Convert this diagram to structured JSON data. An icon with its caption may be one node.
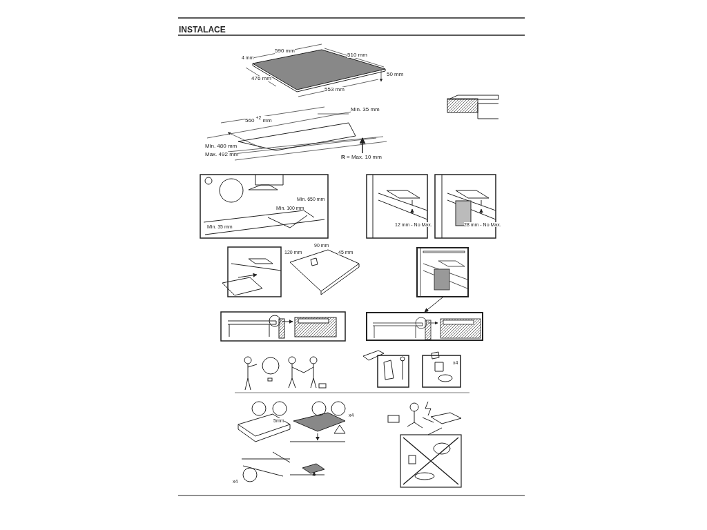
{
  "diagram": {
    "nodes": [
      {
        "text": [],
        "shape": "picture"
      },
      {
        "text": [],
        "shape": "picture"
      }
    ],
    "edges": [
      {
        "from": 0,
        "to": 1,
        "arrow": "to"
      }
    ],
    "labels": [
      "INSTALACE",
      "590 mm",
      "510 mm",
      "4 mm",
      "476 mm",
      "553 mm",
      "50 mm",
      "560 $^{+2}$ mm",
      "Min. 35 mm",
      "Min. 480 mm",
      "Max. 492 mm",
      "**R** = Max. 10 mm",
      "Min. 35 mm",
      "Min. 100 mm",
      "Min. 650 mm",
      "12 mm - No Max.",
      "28 mm - No Max.",
      "120 mm",
      "90 mm",
      "45 mm",
      "5mm",
      "x4",
      "x4",
      "x4"
    ]
  }
}
